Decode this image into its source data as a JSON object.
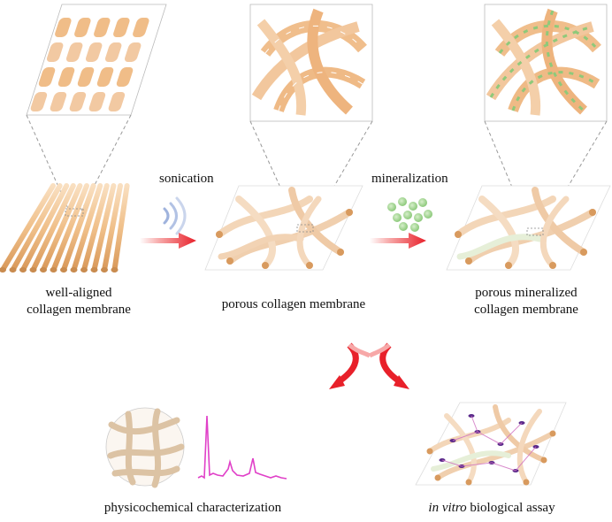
{
  "steps": {
    "sonication": "sonication",
    "mineralization": "mineralization"
  },
  "membranes": {
    "aligned": [
      "well-aligned",
      "collagen membrane"
    ],
    "porous": "porous collagen membrane",
    "mineralized": [
      "porous mineralized",
      "collagen membrane"
    ]
  },
  "outputs": {
    "characterization": "physicochemical characterization",
    "assay_italic": "in vitro",
    "assay_rest": " biological assay"
  },
  "colors": {
    "fiber": "#f2c9a2",
    "fiber_dark": "#c98c50",
    "fiber_edge": "#e0a06b",
    "mineral": "#9ed28e",
    "arrow_red": "#e8202a",
    "spectrum": "#e040c8",
    "cell": "#5a2a8a"
  }
}
